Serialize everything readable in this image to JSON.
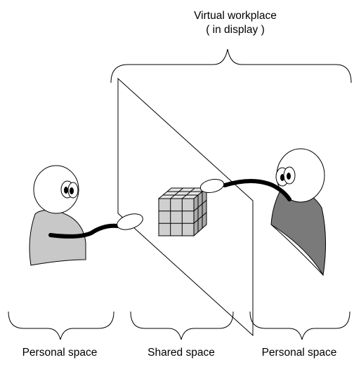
{
  "title": {
    "line1": "Virtual workplace",
    "line2": "( in display )"
  },
  "labels": {
    "left": "Personal space",
    "middle": "Shared space",
    "right": "Personal space"
  },
  "colors": {
    "left_person_body": "#c8c8c8",
    "right_person_body": "#7a7a7a",
    "cube_top": "#e6e6e6",
    "cube_front": "#cfcfcf",
    "cube_side": "#a9a9a9",
    "stroke": "#000000"
  }
}
